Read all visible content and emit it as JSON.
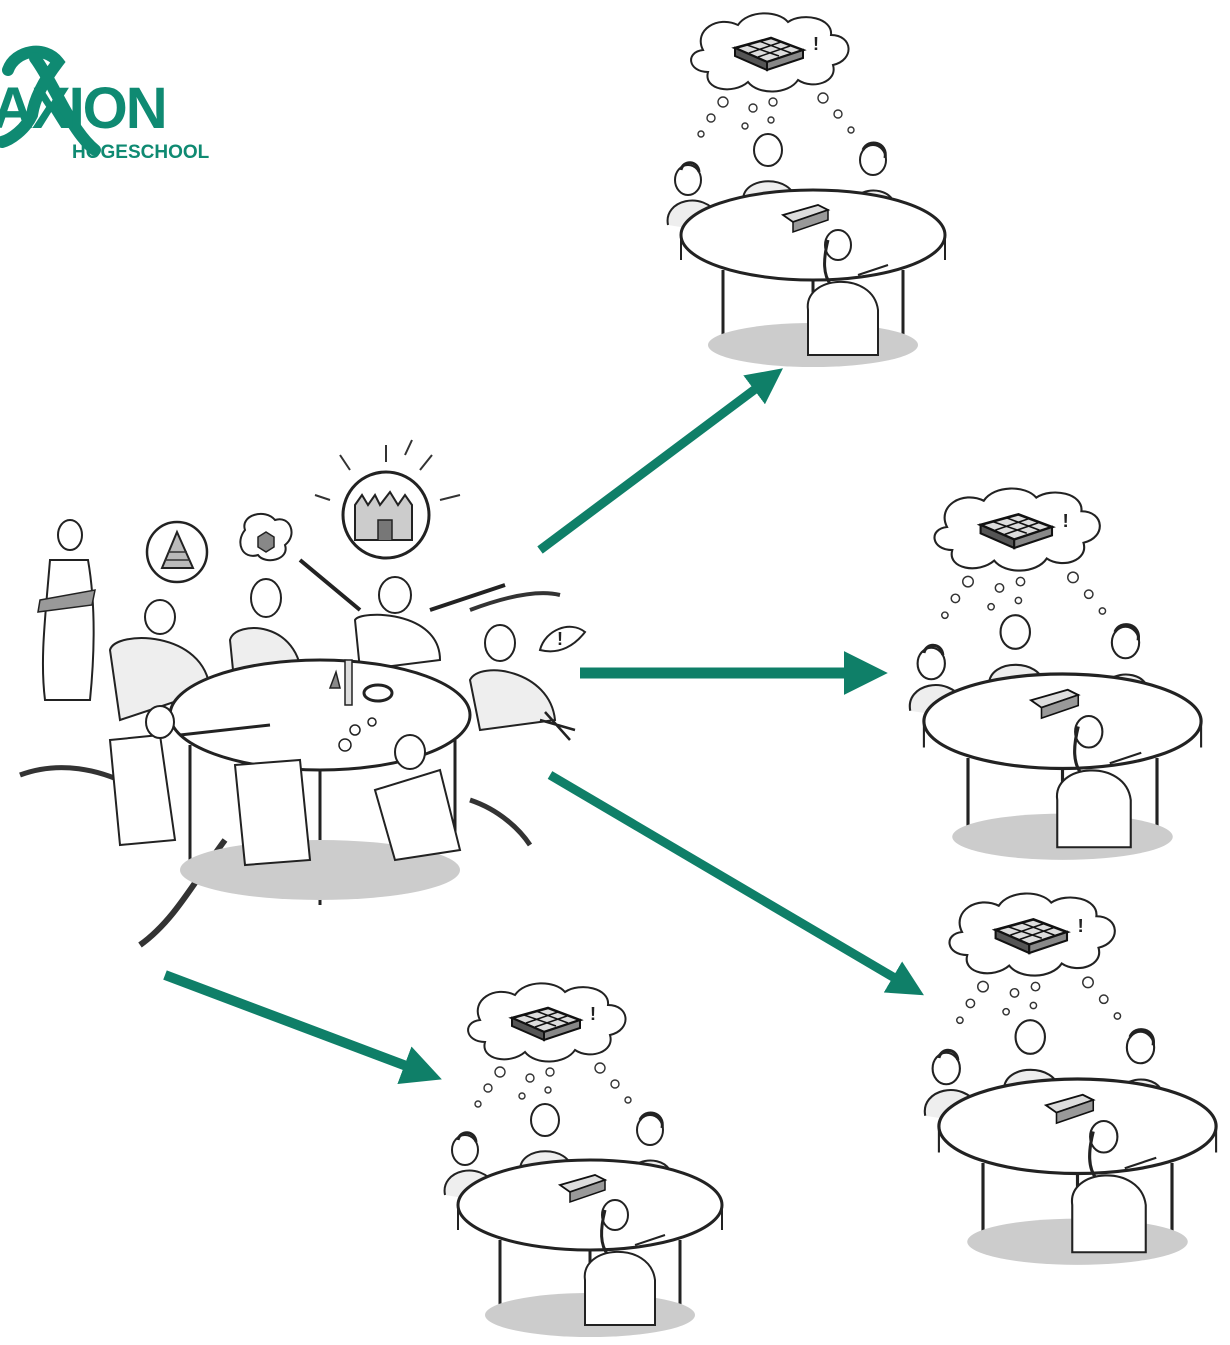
{
  "logo": {
    "wordmark": "AXION",
    "sub": "HOGESCHOOL",
    "color": "#0f8a72"
  },
  "arrow_color": "#0f7f68",
  "scene": {
    "brainstorm": {
      "bubbles": [
        "pyramid-shape",
        "cube-shape",
        "castle-idea"
      ],
      "exclaim": "!"
    },
    "groups_thought": "!"
  }
}
